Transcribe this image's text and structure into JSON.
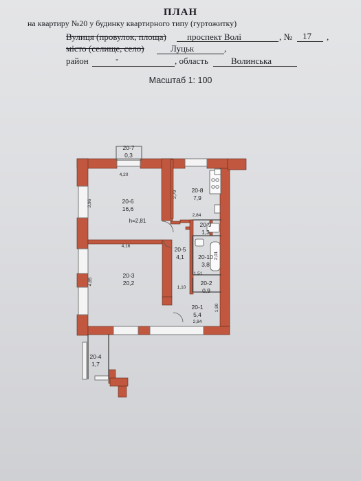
{
  "header": {
    "title": "ПЛАН",
    "subtitle": "на квартиру №20 у будинку квартирного типу (гуртожитку)"
  },
  "address": {
    "street_label": "Вулиця (провулок, площа)",
    "street_value": "проспект Волі",
    "number_sep": ", №",
    "number_value": "17",
    "city_label": "місто (селище, село)",
    "city_value": "Луцьк",
    "district_label": "район",
    "district_value": "-",
    "region_label": ", область",
    "region_value": "Волинська",
    "comma": ","
  },
  "scale": "Масштаб 1: 100",
  "plan": {
    "height_note": "h=2,81",
    "rooms": [
      {
        "id": "20-7",
        "area": "0,3"
      },
      {
        "id": "20-8",
        "area": "7,9"
      },
      {
        "id": "20-6",
        "area": "16,6"
      },
      {
        "id": "20-9",
        "area": "1,3"
      },
      {
        "id": "20-5",
        "area": "4,1"
      },
      {
        "id": "20-10",
        "area": "3,8"
      },
      {
        "id": "20-3",
        "area": "20,2"
      },
      {
        "id": "20-2",
        "area": "0,9"
      },
      {
        "id": "20-1",
        "area": "5,4"
      },
      {
        "id": "20-4",
        "area": "1,7"
      }
    ],
    "dimensions": {
      "d420": "4,20",
      "d396": "3,96",
      "d279": "2,79",
      "d284a": "2,84",
      "d416": "4,16",
      "d485": "4,85",
      "d110": "1,10",
      "d151": "1,51",
      "d190": "1,90",
      "d284b": "2,84",
      "d201": "2,01"
    },
    "wall_color": "#c0573e",
    "wall_stroke": "#5e2a1e"
  }
}
